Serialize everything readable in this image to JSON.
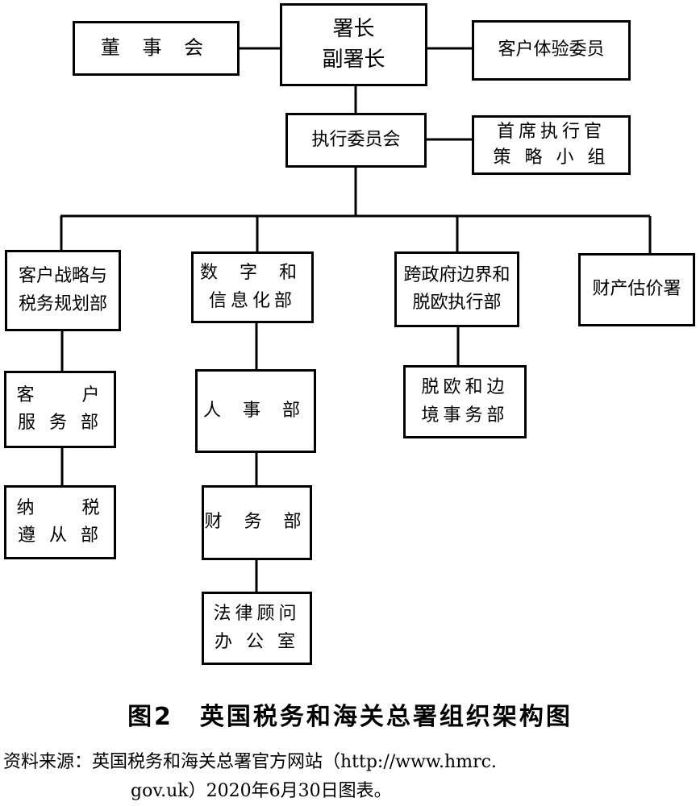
{
  "org_chart": {
    "board": "董 事 会",
    "head_line1": "署长",
    "head_line2": "副署长",
    "customer_experience": "客户体验委员",
    "executive_committee": "执行委员会",
    "ceo_group_line1": "首席执行官",
    "ceo_group_line2": "策 略 小 组",
    "dept1_line1": "客户战略与",
    "dept1_line2": "税务规划部",
    "dept2_line1": "数 字 和",
    "dept2_line2": "信息化部",
    "dept3_line1": "跨政府边界和",
    "dept3_line2": "脱欧执行部",
    "dept4": "财产估价署",
    "sub1a_line1": "客　　户",
    "sub1a_line2": "服 务 部",
    "sub1b_line1": "纳　　税",
    "sub1b_line2": "遵 从 部",
    "sub2a": "人 事 部",
    "sub2b": "财 务 部",
    "sub2c_line1": "法律顾问",
    "sub2c_line2": "办 公 室",
    "sub3a_line1": "脱欧和边",
    "sub3a_line2": "境事务部"
  },
  "caption": "图2　英国税务和海关总署组织架构图",
  "source_line1": "资料来源：英国税务和海关总署官方网站（http://www.hmrc.",
  "source_line2": "gov.uk）2020年6月30日图表。"
}
